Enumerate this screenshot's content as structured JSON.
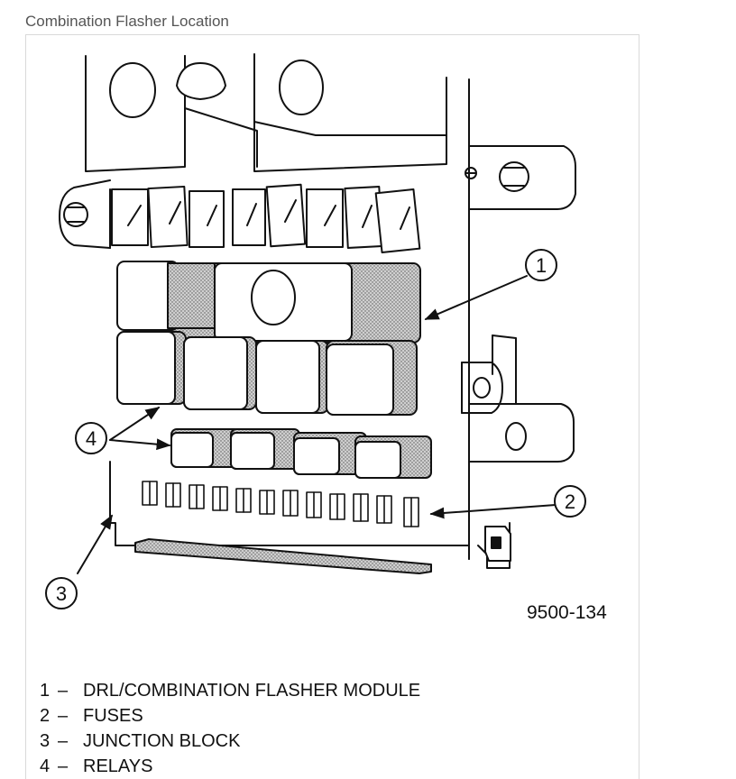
{
  "page": {
    "title": "Combination Flasher Location"
  },
  "figure": {
    "id": "9500-134",
    "callouts": [
      {
        "label": "1"
      },
      {
        "label": "2"
      },
      {
        "label": "3"
      },
      {
        "label": "4"
      }
    ]
  },
  "legend": {
    "items": [
      {
        "num": "1",
        "dash": "–",
        "text": "DRL/COMBINATION FLASHER MODULE"
      },
      {
        "num": "2",
        "dash": "–",
        "text": "FUSES"
      },
      {
        "num": "3",
        "dash": "–",
        "text": "JUNCTION BLOCK"
      },
      {
        "num": "4",
        "dash": "–",
        "text": "RELAYS"
      }
    ]
  }
}
